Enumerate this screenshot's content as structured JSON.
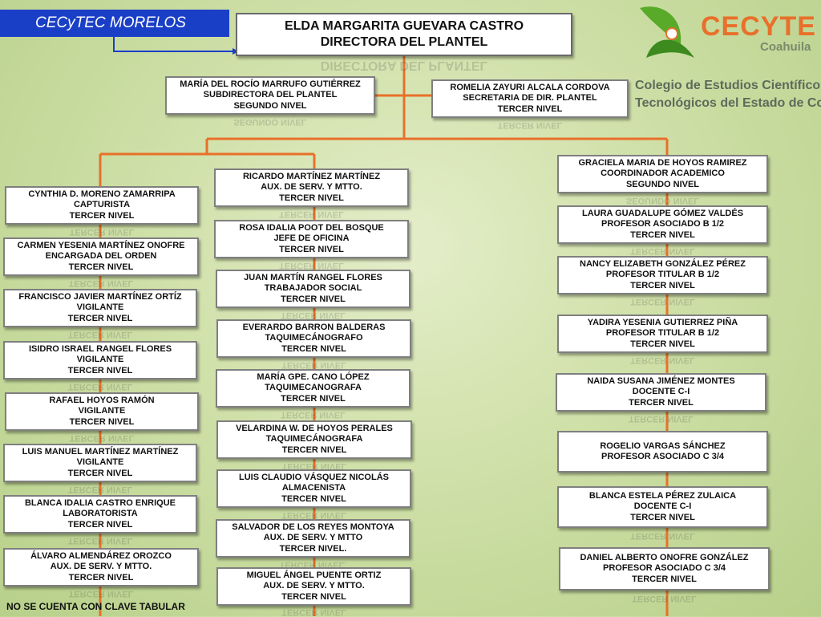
{
  "banner": {
    "title": "CECyTEC MORELOS"
  },
  "logo": {
    "brand": "CECYTE",
    "state": "Coahuila",
    "description_line1": "Colegio de Estudios Científicos y",
    "description_line2": "Tecnológicos del Estado de Coahuila",
    "color_orange": "#e8702a",
    "color_green": "#5aaa2a"
  },
  "director": {
    "name": "ELDA MARGARITA GUEVARA CASTRO",
    "role": "DIRECTORA DEL PLANTEL"
  },
  "subdirector": {
    "name": "MARÍA DEL ROCÍO MARRUFO GUTIÉRREZ",
    "role": "SUBDIRECTORA  DEL PLANTEL",
    "level": "SEGUNDO NIVEL"
  },
  "secretary": {
    "name": "ROMELIA ZAYURI ALCALA CORDOVA",
    "role": "SECRETARIA DE DIR. PLANTEL",
    "level": "TERCER NIVEL"
  },
  "left_column": [
    {
      "name": "CYNTHIA D. MORENO ZAMARRIPA",
      "role": "CAPTURISTA",
      "level": "TERCER NIVEL"
    },
    {
      "name": "CARMEN YESENIA MARTÍNEZ ONOFRE",
      "role": "ENCARGADA DEL ORDEN",
      "level": "TERCER NIVEL"
    },
    {
      "name": "FRANCISCO JAVIER MARTÍNEZ ORTÍZ",
      "role": "VIGILANTE",
      "level": "TERCER NIVEL"
    },
    {
      "name": "ISIDRO ISRAEL RANGEL FLORES",
      "role": "VIGILANTE",
      "level": "TERCER NIVEL"
    },
    {
      "name": "RAFAEL HOYOS RAMÓN",
      "role": "VIGILANTE",
      "level": "TERCER NIVEL"
    },
    {
      "name": "LUIS MANUEL MARTÍNEZ MARTÍNEZ",
      "role": "VIGILANTE",
      "level": "TERCER NIVEL"
    },
    {
      "name": "BLANCA IDALIA  CASTRO ENRIQUE",
      "role": "LABORATORISTA",
      "level": "TERCER NIVEL"
    },
    {
      "name": "ÁLVARO ALMENDÁREZ OROZCO",
      "role": "AUX. DE SERV. Y MTTO.",
      "level": "TERCER NIVEL"
    }
  ],
  "middle_column": [
    {
      "name": "RICARDO MARTÍNEZ MARTÍNEZ",
      "role": "AUX. DE SERV. Y MTTO.",
      "level": "TERCER NIVEL"
    },
    {
      "name": "ROSA IDALIA POOT DEL BOSQUE",
      "role": "JEFE DE OFICINA",
      "level": "TERCER NIVEL"
    },
    {
      "name": "JUAN MARTÍN RANGEL FLORES",
      "role": "TRABAJADOR SOCIAL",
      "level": "TERCER NIVEL"
    },
    {
      "name": "EVERARDO BARRON BALDERAS",
      "role": "TAQUIMECÁNOGRAFO",
      "level": "TERCER NIVEL"
    },
    {
      "name": "MARÍA GPE. CANO LÓPEZ",
      "role": "TAQUIMECANOGRAFA",
      "level": "TERCER NIVEL"
    },
    {
      "name": "VELARDINA W. DE HOYOS PERALES",
      "role": "TAQUIMECÁNOGRAFA",
      "level": "TERCER NIVEL"
    },
    {
      "name": "LUIS CLAUDIO VÁSQUEZ NICOLÁS",
      "role": "ALMACENISTA",
      "level": "TERCER NIVEL"
    },
    {
      "name": "SALVADOR DE  LOS REYES MONTOYA",
      "role": "AUX. DE SERV. Y MTTO",
      "level": "TERCER NIVEL."
    },
    {
      "name": "MIGUEL ÁNGEL PUENTE ORTIZ",
      "role": "AUX. DE SERV. Y MTTO.",
      "level": "TERCER NIVEL"
    }
  ],
  "right_column": [
    {
      "name": "GRACIELA MARIA DE HOYOS RAMIREZ",
      "role": "COORDINADOR ACADEMICO",
      "level": "SEGUNDO NIVEL"
    },
    {
      "name": "LAURA GUADALUPE GÓMEZ VALDÉS",
      "role": "PROFESOR ASOCIADO B 1/2",
      "level": "TERCER NIVEL"
    },
    {
      "name": "NANCY ELIZABETH GONZÁLEZ PÉREZ",
      "role": "PROFESOR TITULAR B 1/2",
      "level": "TERCER NIVEL"
    },
    {
      "name": "YADIRA YESENIA GUTIERREZ PIÑA",
      "role": "PROFESOR TITULAR B 1/2",
      "level": "TERCER NIVEL"
    },
    {
      "name": "NAIDA SUSANA JIMÉNEZ MONTES",
      "role": "DOCENTE C-I",
      "level": "TERCER NIVEL"
    },
    {
      "name": "ROGELIO VARGAS SÁNCHEZ",
      "role": "PROFESOR  ASOCIADO C 3/4",
      "level": ""
    },
    {
      "name": "BLANCA ESTELA PÉREZ ZULAICA",
      "role": "DOCENTE C-I",
      "level": "TERCER NIVEL"
    },
    {
      "name": "DANIEL ALBERTO ONOFRE GONZÁLEZ",
      "role": "PROFESOR ASOCIADO C 3/4",
      "level": "TERCER NIVEL"
    }
  ],
  "footnote": "NO SE CUENTA CON CLAVE TABULAR",
  "colors": {
    "banner": "#1a3fc7",
    "connector": "#e8702a",
    "box_border": "#7f7f7f"
  }
}
